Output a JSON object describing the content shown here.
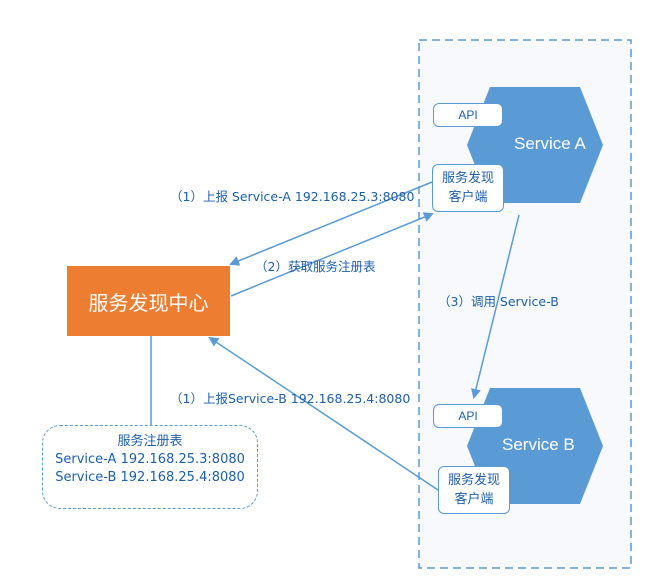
{
  "center": {
    "label": "服务发现中心",
    "color": "#ED7D31"
  },
  "registry": {
    "title": "服务注册表",
    "entries": [
      "Service-A 192.168.25.3:8080",
      "Service-B 192.168.25.4:8080"
    ]
  },
  "service_a": {
    "name": "Service A",
    "api_label": "API",
    "client_label_line1": "服务发现",
    "client_label_line2": "客户端"
  },
  "service_b": {
    "name": "Service B",
    "api_label": "API",
    "client_label_line1": "服务发现",
    "client_label_line2": "客户端"
  },
  "edges": {
    "register_a": "（1）上报 Service-A 192.168.25.3:8080",
    "fetch_registry": "（2）获取服务注册表",
    "call_b": "（3）调用 Service-B",
    "register_b": "（1）上报Service-B 192.168.25.4:8080"
  },
  "colors": {
    "accent": "#5B9BD5",
    "hexagon": "#5B9BD5",
    "container_fill": "#F7F9FC",
    "text": "#1F5FA8"
  }
}
